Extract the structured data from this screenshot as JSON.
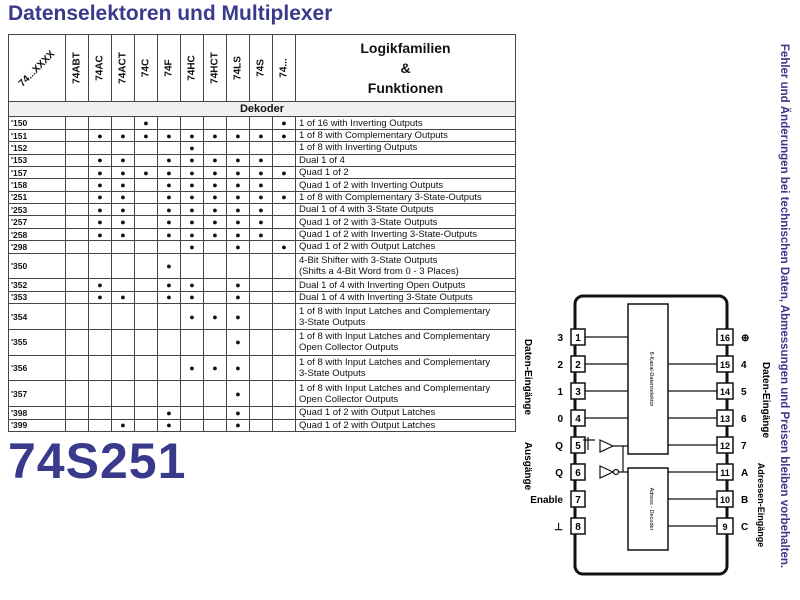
{
  "title": "Datenselektoren und Multiplexer",
  "part_number": "74S251",
  "side_note": "Fehler und Änderungen bei technischen Daten, Abmessungen und Preisen bleiben vorbehalten.",
  "table": {
    "header_type": "74...XXXX",
    "families": [
      "74ABT",
      "74AC",
      "74ACT",
      "74C",
      "74F",
      "74HC",
      "74HCT",
      "74LS",
      "74S",
      "74..."
    ],
    "func_header": [
      "Logikfamilien",
      "&",
      "Funktionen"
    ],
    "section": "Dekoder",
    "rows": [
      {
        "code": "'150",
        "dots": [
          0,
          0,
          0,
          1,
          0,
          0,
          0,
          0,
          0,
          1
        ],
        "fn": [
          "1 of 16 with Inverting Outputs"
        ]
      },
      {
        "code": "'151",
        "dots": [
          0,
          1,
          1,
          1,
          1,
          1,
          1,
          1,
          1,
          1
        ],
        "fn": [
          "1 of 8 with Complementary Outputs"
        ]
      },
      {
        "code": "'152",
        "dots": [
          0,
          0,
          0,
          0,
          0,
          1,
          0,
          0,
          0,
          0
        ],
        "fn": [
          "1 of 8 with Inverting Outputs"
        ]
      },
      {
        "code": "'153",
        "dots": [
          0,
          1,
          1,
          0,
          1,
          1,
          1,
          1,
          1,
          0
        ],
        "fn": [
          "Dual 1 of 4"
        ]
      },
      {
        "code": "'157",
        "dots": [
          0,
          1,
          1,
          1,
          1,
          1,
          1,
          1,
          1,
          1
        ],
        "fn": [
          "Quad 1 of 2"
        ]
      },
      {
        "code": "'158",
        "dots": [
          0,
          1,
          1,
          0,
          1,
          1,
          1,
          1,
          1,
          0
        ],
        "fn": [
          "Quad 1 of 2 with Inverting Outputs"
        ]
      },
      {
        "code": "'251",
        "dots": [
          0,
          1,
          1,
          0,
          1,
          1,
          1,
          1,
          1,
          1
        ],
        "fn": [
          "1 of 8 with Complementary 3-State-Outputs"
        ]
      },
      {
        "code": "'253",
        "dots": [
          0,
          1,
          1,
          0,
          1,
          1,
          1,
          1,
          1,
          0
        ],
        "fn": [
          "Dual 1 of 4 with 3-State Outputs"
        ]
      },
      {
        "code": "'257",
        "dots": [
          0,
          1,
          1,
          0,
          1,
          1,
          1,
          1,
          1,
          0
        ],
        "fn": [
          "Quad 1 of 2 with 3-State Outputs"
        ]
      },
      {
        "code": "'258",
        "dots": [
          0,
          1,
          1,
          0,
          1,
          1,
          1,
          1,
          1,
          0
        ],
        "fn": [
          "Quad 1 of 2 with Inverting 3-State-Outputs"
        ]
      },
      {
        "code": "'298",
        "dots": [
          0,
          0,
          0,
          0,
          0,
          1,
          0,
          1,
          0,
          1
        ],
        "fn": [
          "Quad 1 of 2 with Output Latches"
        ]
      },
      {
        "code": "'350",
        "dots": [
          0,
          0,
          0,
          0,
          1,
          0,
          0,
          0,
          0,
          0
        ],
        "fn": [
          "4-Bit Shifter with 3-State Outputs",
          "(Shifts a 4-Bit Word from 0 - 3 Places)"
        ]
      },
      {
        "code": "'352",
        "dots": [
          0,
          1,
          0,
          0,
          1,
          1,
          0,
          1,
          0,
          0
        ],
        "fn": [
          "Dual 1 of 4 with Inverting Open Outputs"
        ]
      },
      {
        "code": "'353",
        "dots": [
          0,
          1,
          1,
          0,
          1,
          1,
          0,
          1,
          0,
          0
        ],
        "fn": [
          "Dual 1 of 4 with Inverting 3-State Outputs"
        ]
      },
      {
        "code": "'354",
        "dots": [
          0,
          0,
          0,
          0,
          0,
          1,
          1,
          1,
          0,
          0
        ],
        "fn": [
          "1 of 8 with Input Latches and Complementary",
          "3-State Outputs"
        ]
      },
      {
        "code": "'355",
        "dots": [
          0,
          0,
          0,
          0,
          0,
          0,
          0,
          1,
          0,
          0
        ],
        "fn": [
          "1 of 8 with Input Latches and Complementary",
          "Open Collector Outputs"
        ]
      },
      {
        "code": "'356",
        "dots": [
          0,
          0,
          0,
          0,
          0,
          1,
          1,
          1,
          0,
          0
        ],
        "fn": [
          "1 of 8 with Input Latches and Complementary",
          "3-State Outputs"
        ]
      },
      {
        "code": "'357",
        "dots": [
          0,
          0,
          0,
          0,
          0,
          0,
          0,
          1,
          0,
          0
        ],
        "fn": [
          "1 of 8 with Input Latches and Complementary",
          "Open Collector Outputs"
        ]
      },
      {
        "code": "'398",
        "dots": [
          0,
          0,
          0,
          0,
          1,
          0,
          0,
          1,
          0,
          0
        ],
        "fn": [
          "Quad 1 of 2 with Output Latches"
        ]
      },
      {
        "code": "'399",
        "dots": [
          0,
          0,
          1,
          0,
          1,
          0,
          0,
          1,
          0,
          0
        ],
        "fn": [
          "Quad 1 of 2 with Output Latches"
        ]
      }
    ]
  },
  "pinout": {
    "left_pins": [
      {
        "num": "1",
        "label": "3"
      },
      {
        "num": "2",
        "label": "2"
      },
      {
        "num": "3",
        "label": "1"
      },
      {
        "num": "4",
        "label": "0"
      },
      {
        "num": "5",
        "label": "Q"
      },
      {
        "num": "6",
        "label": "Q"
      },
      {
        "num": "7",
        "label": "Enable"
      },
      {
        "num": "8",
        "label": "⊥"
      }
    ],
    "right_pins": [
      {
        "num": "16",
        "label": "⊕"
      },
      {
        "num": "15",
        "label": "4"
      },
      {
        "num": "14",
        "label": "5"
      },
      {
        "num": "13",
        "label": "6"
      },
      {
        "num": "12",
        "label": "7"
      },
      {
        "num": "11",
        "label": "A"
      },
      {
        "num": "10",
        "label": "B"
      },
      {
        "num": "9",
        "label": "C"
      }
    ],
    "group_labels": {
      "left_data": "Daten-Eingänge",
      "left_out": "Ausgänge",
      "right_data": "Daten-Eingänge",
      "right_addr": "Adressen-Eingänge"
    },
    "box_labels": {
      "mux": "8-Kanal-Datenselektor",
      "decoder": "Adress - Decoder"
    }
  },
  "colors": {
    "accent": "#3a3a8c",
    "ink": "#111111"
  }
}
